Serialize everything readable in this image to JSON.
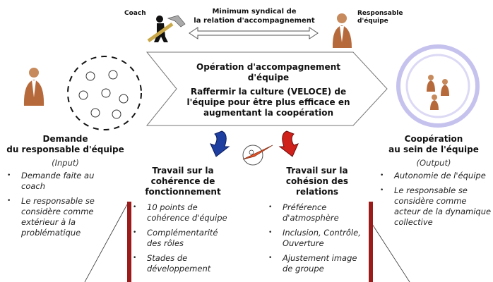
{
  "top": {
    "coach_label": "Coach",
    "manager_label": "Responsable d'équipe",
    "relation_line1": "Minimum syndical de",
    "relation_line2": "la relation d'accompagnement"
  },
  "chevron": {
    "title_line1": "Opération d'accompagnement",
    "title_line2": "d'équipe",
    "goal_line1": "Raffermir la culture (VELOCE) de",
    "goal_line2": "l'équipe pour être plus efficace en",
    "goal_line3": "augmentant la coopération"
  },
  "input": {
    "title_line1": "Demande",
    "title_line2": "du responsable d'équipe",
    "subtitle": "(Input)",
    "items": [
      "Demande faite au coach",
      "Le responsable se considère comme extérieur à la problématique"
    ]
  },
  "coherence": {
    "title_line1": "Travail sur la",
    "title_line2": "cohérence de",
    "title_line3": "fonctionnement",
    "items": [
      "10 points de cohérence d'équipe",
      "Complémentarité des rôles",
      "Stades de développement"
    ]
  },
  "cohesion": {
    "title_line1": "Travail sur la",
    "title_line2": "cohésion des",
    "title_line3": "relations",
    "items": [
      "Préférence d'atmosphère",
      "Inclusion, Contrôle, Ouverture",
      "Ajustement image de groupe"
    ]
  },
  "output": {
    "title_line1": "Coopération",
    "title_line2": "au sein de l'équipe",
    "subtitle": "(Output)",
    "items": [
      "Autonomie de l'équipe",
      "Le responsable se considère comme acteur de la dynamique collective"
    ]
  },
  "colors": {
    "accent_red": "#9b1b1b",
    "arrow_blue": "#1f3fa0",
    "arrow_red": "#d0201a",
    "circle_lilac": "#b9b4e6"
  }
}
